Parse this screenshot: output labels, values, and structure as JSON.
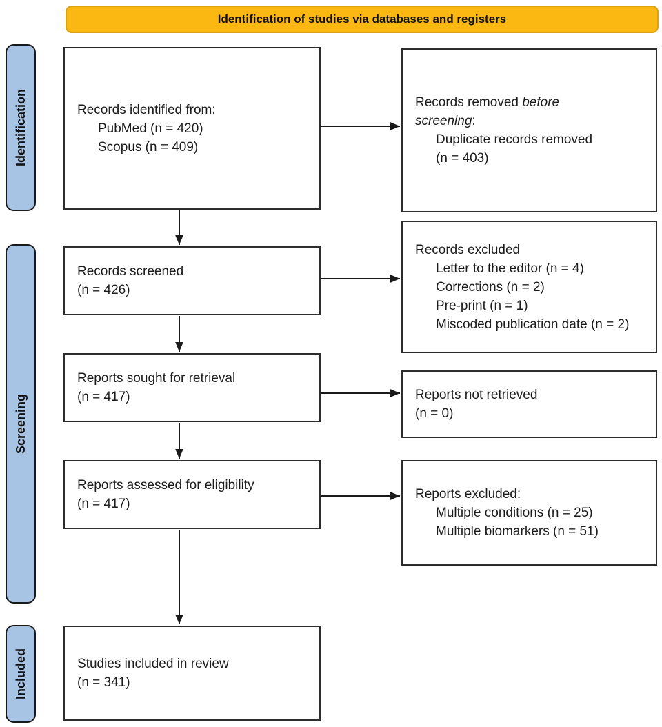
{
  "banner": {
    "title": "Identification of studies via databases and registers"
  },
  "colors": {
    "banner_bg": "#FBB813",
    "banner_border": "#DDA213",
    "side_label_bg": "#A8C4E4",
    "box_border": "#2d2d2d",
    "arrow": "#1a1a1a",
    "text": "#1c1c1c"
  },
  "sections": [
    {
      "label": "Identification"
    },
    {
      "label": "Screening"
    },
    {
      "label": "Included"
    }
  ],
  "boxes": {
    "identified": {
      "title": "Records identified from:",
      "items": [
        "PubMed (n = 420)",
        "Scopus (n = 409)"
      ]
    },
    "removed_before_screening": {
      "line1_normal": "Records removed ",
      "line1_italic": "before",
      "line2_italic": "screening",
      "line2_normal": ":",
      "item_line1": "Duplicate records removed",
      "item_line2": "(n = 403)"
    },
    "screened": {
      "line1": "Records screened",
      "line2": "(n = 426)"
    },
    "records_excluded": {
      "title": "Records excluded",
      "items": [
        "Letter to the editor (n = 4)",
        "Corrections (n = 2)",
        "Pre-print (n = 1)",
        "Miscoded publication date (n = 2)"
      ]
    },
    "sought": {
      "line1": "Reports sought for retrieval",
      "line2": "(n = 417)"
    },
    "not_retrieved": {
      "line1": "Reports not retrieved",
      "line2": "(n = 0)"
    },
    "assessed": {
      "line1": "Reports assessed for eligibility",
      "line2": "(n = 417)"
    },
    "reports_excluded": {
      "title": "Reports excluded:",
      "items": [
        "Multiple conditions (n = 25)",
        "Multiple biomarkers (n = 51)"
      ]
    },
    "included_in_review": {
      "line1": "Studies included in review",
      "line2": "(n = 341)"
    }
  }
}
